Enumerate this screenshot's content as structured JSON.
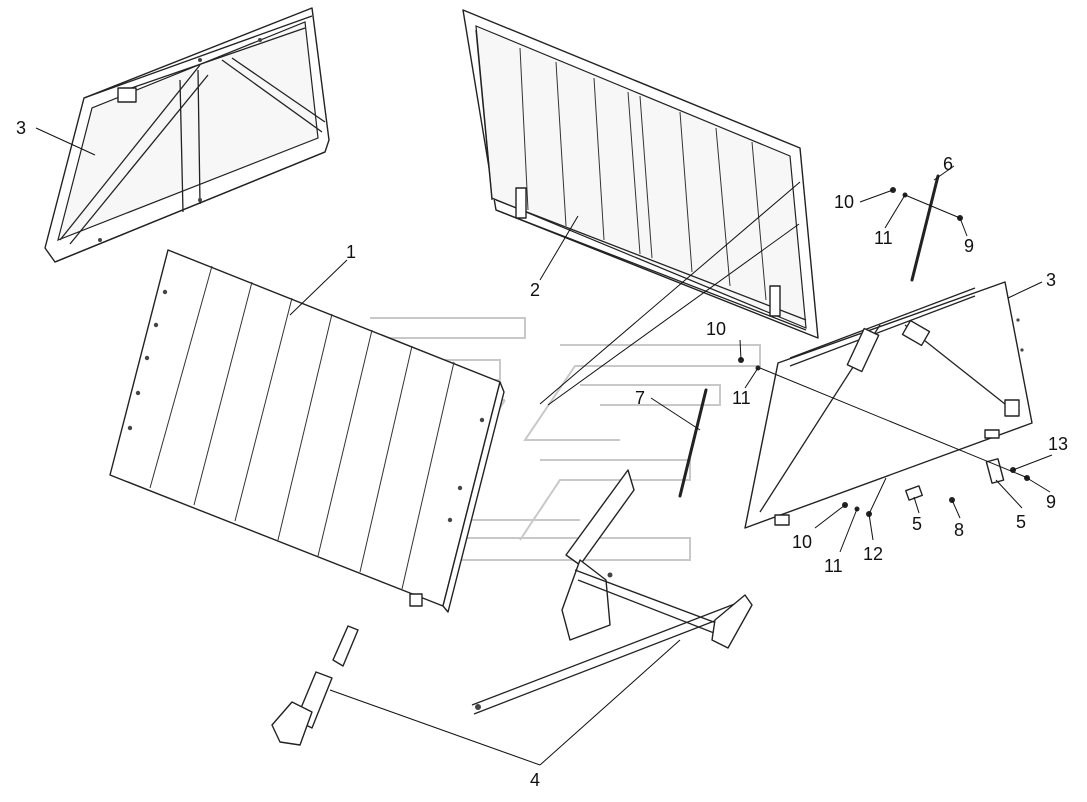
{
  "callouts": [
    {
      "id": "c1",
      "label": "1"
    },
    {
      "id": "c2",
      "label": "2"
    },
    {
      "id": "c3a",
      "label": "3"
    },
    {
      "id": "c3b",
      "label": "3"
    },
    {
      "id": "c4",
      "label": "4"
    },
    {
      "id": "c5a",
      "label": "5"
    },
    {
      "id": "c5b",
      "label": "5"
    },
    {
      "id": "c6",
      "label": "6"
    },
    {
      "id": "c7",
      "label": "7"
    },
    {
      "id": "c8",
      "label": "8"
    },
    {
      "id": "c9a",
      "label": "9"
    },
    {
      "id": "c9b",
      "label": "9"
    },
    {
      "id": "c10a",
      "label": "10"
    },
    {
      "id": "c10b",
      "label": "10"
    },
    {
      "id": "c10c",
      "label": "10"
    },
    {
      "id": "c11a",
      "label": "11"
    },
    {
      "id": "c11b",
      "label": "11"
    },
    {
      "id": "c11c",
      "label": "11"
    },
    {
      "id": "c12",
      "label": "12"
    },
    {
      "id": "c13",
      "label": "13"
    }
  ],
  "colors": {
    "line": "#222222",
    "watermark": "#c8c8c8",
    "background": "#ffffff"
  }
}
